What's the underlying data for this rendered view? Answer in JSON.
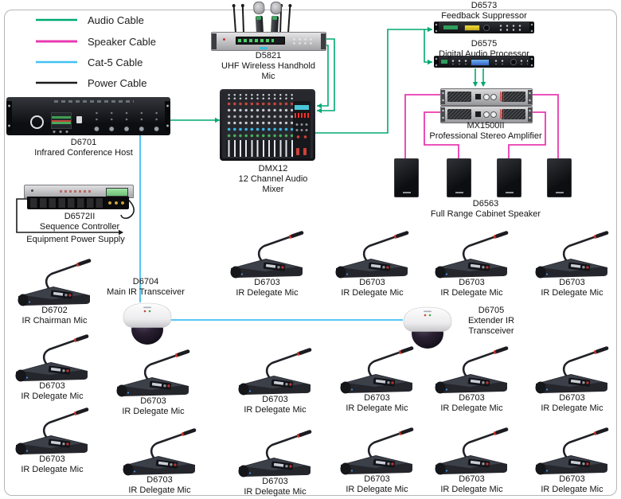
{
  "legend": {
    "items": [
      {
        "label": "Audio Cable",
        "color": "#00a973"
      },
      {
        "label": "Speaker Cable",
        "color": "#e93ab1"
      },
      {
        "label": "Cat-5 Cable",
        "color": "#41c1f2"
      },
      {
        "label": "Power Cable",
        "color": "#1c1c1c"
      }
    ]
  },
  "devices": {
    "wireless_mic": {
      "model": "D5821",
      "line1": "UHF Wireless Handhold",
      "line2": "Mic"
    },
    "feedback_suppressor": {
      "model": "D6573",
      "name": "Feedback Suppressor"
    },
    "audio_processor": {
      "model": "D6575",
      "name": "Digital Audio Processor"
    },
    "amplifier": {
      "model": "MX1500II",
      "name": "Professional Stereo Amplifier"
    },
    "cabinet_speaker": {
      "model": "D6563",
      "name": "Full Range Cabinet Speaker"
    },
    "conference_host": {
      "model": "D6701",
      "name": "Infrared Conference Host"
    },
    "mixer": {
      "model": "DMX12",
      "line1": "12 Channel Audio",
      "line2": "Mixer"
    },
    "sequence_controller": {
      "model": "D6572II",
      "name": "Sequence Controller"
    },
    "power_note": "Equipment Power Supply",
    "main_transceiver": {
      "model": "D6704",
      "name": "Main IR Transceiver"
    },
    "extender_transceiver": {
      "model": "D6705",
      "line1": "Extender IR",
      "line2": "Transceiver"
    }
  },
  "mics": [
    {
      "model": "D6702",
      "name": "IR Chairman Mic"
    },
    {
      "model": "D6703",
      "name": "IR Delegate Mic"
    },
    {
      "model": "D6703",
      "name": "IR Delegate Mic"
    },
    {
      "model": "D6703",
      "name": "IR Delegate Mic"
    },
    {
      "model": "D6703",
      "name": "IR Delegate Mic"
    },
    {
      "model": "D6703",
      "name": "IR Delegate Mic"
    },
    {
      "model": "D6703",
      "name": "IR Delegate Mic"
    },
    {
      "model": "D6703",
      "name": "IR Delegate Mic"
    },
    {
      "model": "D6703",
      "name": "IR Delegate Mic"
    },
    {
      "model": "D6703",
      "name": "IR Delegate Mic"
    },
    {
      "model": "D6703",
      "name": "IR Delegate Mic"
    },
    {
      "model": "D6703",
      "name": "IR Delegate Mic"
    },
    {
      "model": "D6703",
      "name": "IR Delegate Mic"
    },
    {
      "model": "D6703",
      "name": "IR Delegate Mic"
    },
    {
      "model": "D6703",
      "name": "IR Delegate Mic"
    },
    {
      "model": "D6703",
      "name": "IR Delegate Mic"
    },
    {
      "model": "D6703",
      "name": "IR Delegate Mic"
    }
  ]
}
